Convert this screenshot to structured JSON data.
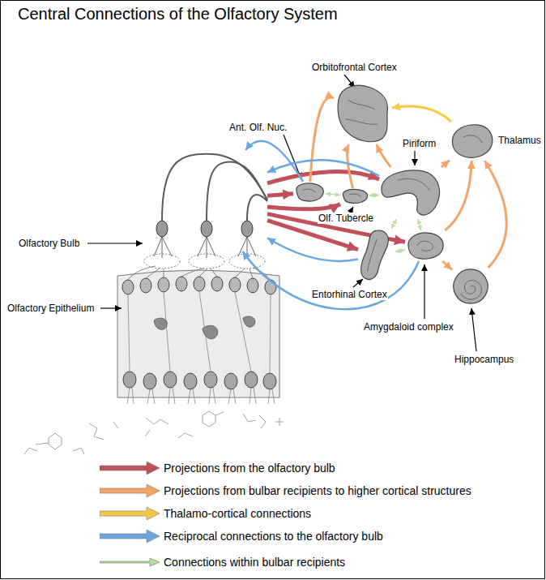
{
  "diagram": {
    "title": "Central Connections of the Olfactory System",
    "nodes": [
      {
        "text": [
          "Orbitofrontal Cortex"
        ]
      },
      {
        "text": [
          "Ant. Olf. Nuc."
        ]
      },
      {
        "text": [
          "Piriform"
        ]
      },
      {
        "text": [
          "Thalamus"
        ]
      },
      {
        "text": [
          "Olfactory Bulb"
        ]
      },
      {
        "text": [
          "Olf. Tubercle"
        ]
      },
      {
        "text": [
          "Olfactory Epithelium"
        ]
      },
      {
        "text": [
          "Entorhinal Cortex"
        ]
      },
      {
        "text": [
          "Amygdaloid complex"
        ]
      },
      {
        "text": [
          "Hippocampus"
        ]
      }
    ],
    "edges": [
      {
        "from": 4,
        "to": 1,
        "arrow": "to"
      },
      {
        "from": 4,
        "to": 5,
        "arrow": "to"
      },
      {
        "from": 4,
        "to": 2,
        "arrow": "to"
      },
      {
        "from": 4,
        "to": 7,
        "arrow": "to"
      },
      {
        "from": 4,
        "to": 8,
        "arrow": "to"
      },
      {
        "from": 5,
        "to": 0,
        "arrow": "to"
      },
      {
        "from": 2,
        "to": 0,
        "arrow": "to"
      },
      {
        "from": 2,
        "to": 3,
        "arrow": "to"
      },
      {
        "from": 8,
        "to": 3,
        "arrow": "to"
      },
      {
        "from": 8,
        "to": 9,
        "arrow": "to"
      },
      {
        "from": 9,
        "to": 3,
        "arrow": "to"
      },
      {
        "from": 1,
        "to": 0,
        "arrow": "to"
      },
      {
        "from": 3,
        "to": 0,
        "arrow": "to"
      },
      {
        "from": 1,
        "to": 4,
        "arrow": "to"
      },
      {
        "from": 2,
        "to": 4,
        "arrow": "to"
      },
      {
        "from": 7,
        "to": 4,
        "arrow": "to"
      },
      {
        "from": 8,
        "to": 4,
        "arrow": "to"
      },
      {
        "from": 1,
        "to": 5,
        "arrow": "both"
      },
      {
        "from": 5,
        "to": 2,
        "arrow": "both"
      },
      {
        "from": 2,
        "to": 8,
        "arrow": "both"
      },
      {
        "from": 7,
        "to": 8,
        "arrow": "both"
      },
      {
        "from": 2,
        "to": 7,
        "arrow": "both"
      }
    ],
    "legend": [
      {
        "text": "Projections from the olfactory bulb",
        "color": "#c0505a"
      },
      {
        "text": "Projections from bulbar recipients to higher cortical structures",
        "color": "#f4a469"
      },
      {
        "text": "Thalamo-cortical connections",
        "color": "#f6c945"
      },
      {
        "text": "Reciprocal connections to the olfactory bulb",
        "color": "#6aa6e0"
      },
      {
        "text": "Connections within bulbar recipients",
        "color": "#b5e0a0"
      }
    ]
  }
}
